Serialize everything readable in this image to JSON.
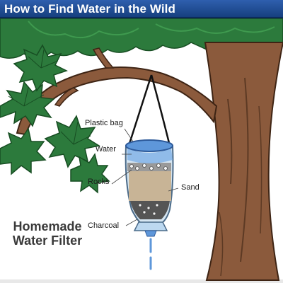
{
  "title": "How to Find Water in the Wild",
  "caption": {
    "line1": "Homemade",
    "line2": "Water Filter"
  },
  "labels": {
    "plastic_bag": "Plastic bag",
    "water": "Water",
    "rocks": "Rocks",
    "sand": "Sand",
    "charcoal": "Charcoal"
  },
  "colors": {
    "banner": "#1e4b93",
    "foliage": "#2c7a3c",
    "trunk": "#8b5a3c",
    "water": "#5e97da",
    "sand": "#c8b496"
  }
}
